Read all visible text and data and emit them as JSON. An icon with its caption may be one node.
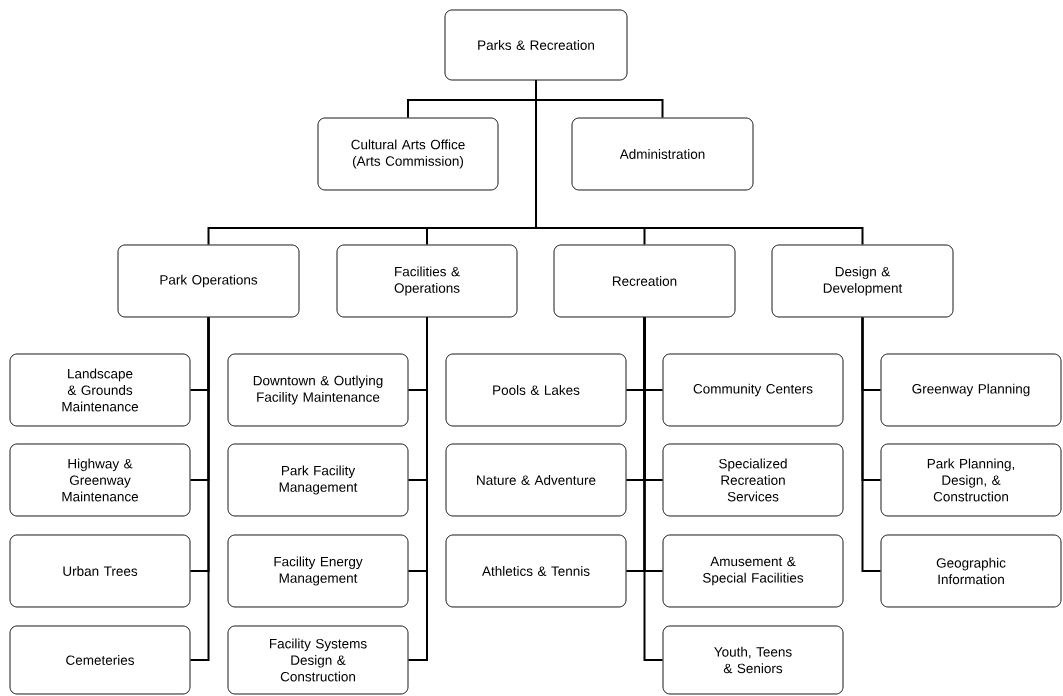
{
  "diagram": {
    "nodes": [
      {
        "text": [
          "Parks & Recreation"
        ]
      },
      {
        "text": [
          "Cultural Arts Office (Arts Commission)"
        ]
      },
      {
        "text": [
          "Administration"
        ]
      },
      {
        "text": [
          "Park Operations"
        ]
      },
      {
        "text": [
          "Facilities & Operations"
        ]
      },
      {
        "text": [
          "Recreation"
        ]
      },
      {
        "text": [
          "Design & Development"
        ]
      },
      {
        "text": [
          "Landscape & Grounds Maintenance"
        ]
      },
      {
        "text": [
          "Highway & Greenway Maintenance"
        ]
      },
      {
        "text": [
          "Urban Trees"
        ]
      },
      {
        "text": [
          "Cemeteries"
        ]
      },
      {
        "text": [
          "Downtown & Outlying Facility Maintenance"
        ]
      },
      {
        "text": [
          "Park Facility Management"
        ]
      },
      {
        "text": [
          "Facility Energy Management"
        ]
      },
      {
        "text": [
          "Facility Systems Design & Construction"
        ]
      },
      {
        "text": [
          "Pools & Lakes"
        ]
      },
      {
        "text": [
          "Nature & Adventure"
        ]
      },
      {
        "text": [
          "Athletics & Tennis"
        ]
      },
      {
        "text": [
          "Community Centers"
        ]
      },
      {
        "text": [
          "Specialized Recreation Services"
        ]
      },
      {
        "text": [
          "Amusement & Special Facilities"
        ]
      },
      {
        "text": [
          "Youth, Teens & Seniors"
        ]
      },
      {
        "text": [
          "Greenway Planning"
        ]
      },
      {
        "text": [
          "Park Planning, Design, & Construction"
        ]
      },
      {
        "text": [
          "Geographic Information"
        ]
      }
    ],
    "edges": [
      {
        "from": 0,
        "to": 1,
        "arrow": "none"
      },
      {
        "from": 0,
        "to": 2,
        "arrow": "none"
      },
      {
        "from": 0,
        "to": 3,
        "arrow": "none"
      },
      {
        "from": 0,
        "to": 4,
        "arrow": "none"
      },
      {
        "from": 0,
        "to": 5,
        "arrow": "none"
      },
      {
        "from": 0,
        "to": 6,
        "arrow": "none"
      },
      {
        "from": 3,
        "to": 7,
        "arrow": "none"
      },
      {
        "from": 3,
        "to": 8,
        "arrow": "none"
      },
      {
        "from": 3,
        "to": 9,
        "arrow": "none"
      },
      {
        "from": 3,
        "to": 10,
        "arrow": "none"
      },
      {
        "from": 4,
        "to": 11,
        "arrow": "none"
      },
      {
        "from": 4,
        "to": 12,
        "arrow": "none"
      },
      {
        "from": 4,
        "to": 13,
        "arrow": "none"
      },
      {
        "from": 4,
        "to": 14,
        "arrow": "none"
      },
      {
        "from": 5,
        "to": 15,
        "arrow": "none"
      },
      {
        "from": 5,
        "to": 16,
        "arrow": "none"
      },
      {
        "from": 5,
        "to": 17,
        "arrow": "none"
      },
      {
        "from": 5,
        "to": 18,
        "arrow": "none"
      },
      {
        "from": 5,
        "to": 19,
        "arrow": "none"
      },
      {
        "from": 5,
        "to": 20,
        "arrow": "none"
      },
      {
        "from": 5,
        "to": 21,
        "arrow": "none"
      },
      {
        "from": 6,
        "to": 22,
        "arrow": "none"
      },
      {
        "from": 6,
        "to": 23,
        "arrow": "none"
      },
      {
        "from": 6,
        "to": 24,
        "arrow": "none"
      }
    ]
  }
}
